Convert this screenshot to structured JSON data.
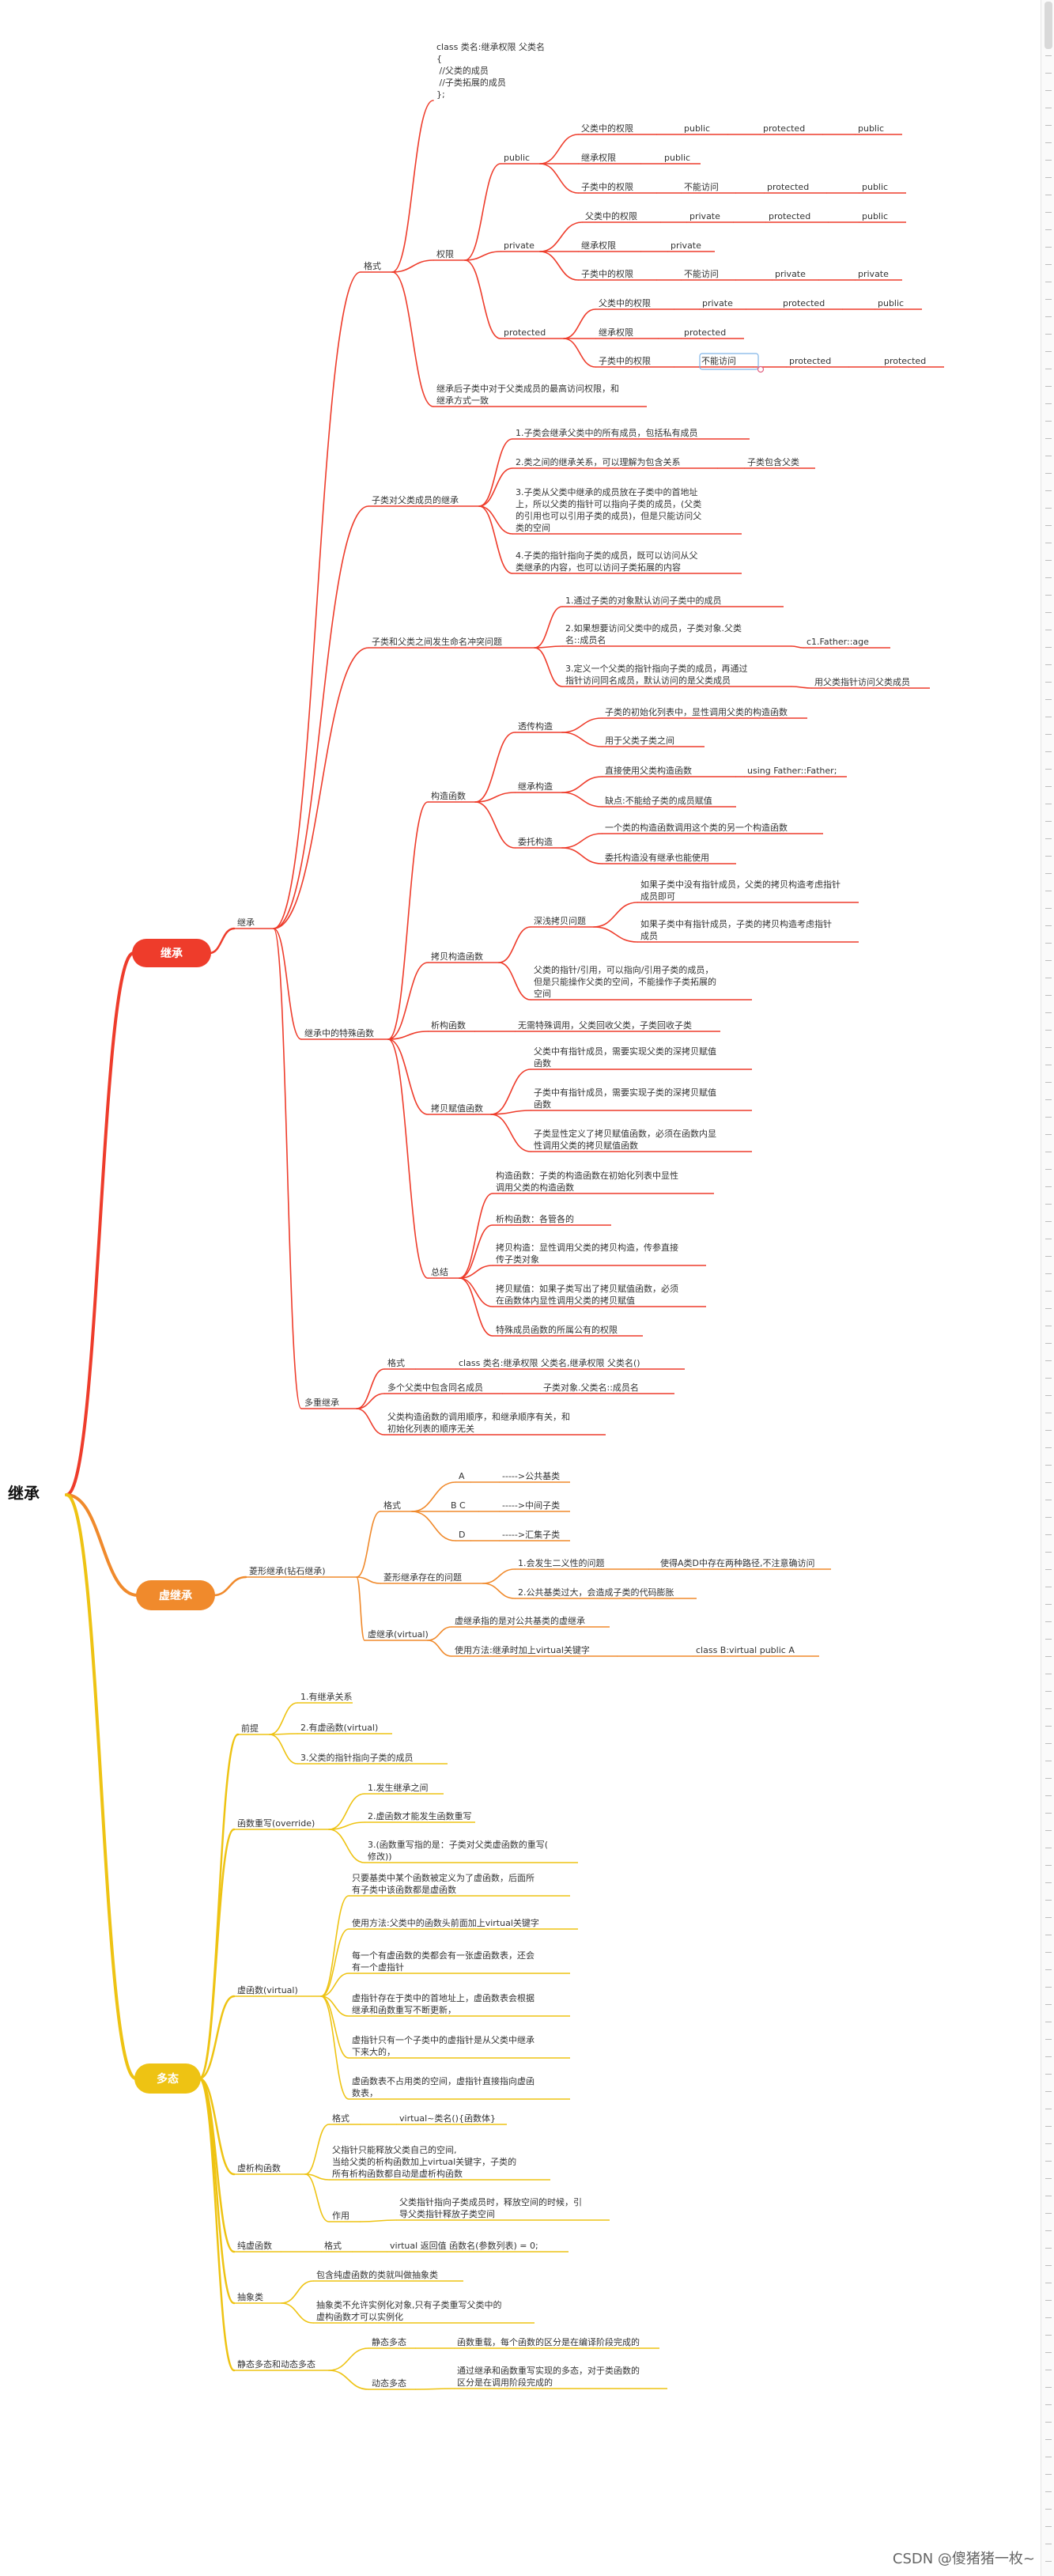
{
  "root": "继承",
  "colors": {
    "red": "#ee3c2b",
    "orange": "#f08a2c",
    "yellow": "#eec313"
  },
  "watermark": "CSDN @傻猪猪一枚~",
  "nodes": {
    "b_inh": "继承",
    "b_vinh": "虚继承",
    "b_poly": "多态",
    "n1": "继承",
    "n2": "格式",
    "n3": "class 类名:继承权限 父类名\n{\n    //父类的成员\n    //子类拓展的成员\n};",
    "n4": "权限",
    "n5": "public",
    "n6": "父类中的权限",
    "n7": "public",
    "n8": "protected",
    "n9": "public",
    "n10": "继承权限",
    "n11": "public",
    "n12": "子类中的权限",
    "n13": "不能访问",
    "n14": "protected",
    "n15": "public",
    "n16": "private",
    "n17": "父类中的权限",
    "n18": "private",
    "n19": "protected",
    "n20": "public",
    "n21": "继承权限",
    "n22": "private",
    "n23": "子类中的权限",
    "n24": "不能访问",
    "n25": "private",
    "n26": "private",
    "n27": "protected",
    "n28": "父类中的权限",
    "n29": "private",
    "n30": "protected",
    "n31": "public",
    "n32": "继承权限",
    "n33": "protected",
    "n34": "子类中的权限",
    "n35": "不能访问",
    "n36": "protected",
    "n37": "protected",
    "n38": "继承后子类中对于父类成员的最高访问权限，和\n继承方式一致",
    "n39": "子类对父类成员的继承",
    "n40": "1.子类会继承父类中的所有成员，包括私有成员",
    "n41": "2.类之间的继承关系，可以理解为包含关系",
    "n42": "子类包含父类",
    "n43": "3.子类从父类中继承的成员放在子类中的首地址\n上，所以父类的指针可以指向子类的成员，(父类\n的引用也可以引用子类的成员)，但是只能访问父\n类的空间",
    "n44": "4.子类的指针指向子类的成员，既可以访问从父\n类继承的内容，也可以访问子类拓展的内容",
    "n45": "子类和父类之间发生命名冲突问题",
    "n46": "1.通过子类的对象默认访问子类中的成员",
    "n47": "2.如果想要访问父类中的成员，子类对象.父类\n名::成员名",
    "n48": "c1.Father::age",
    "n49": "3.定义一个父类的指针指向子类的成员，再通过\n指针访问同名成员，默认访问的是父类成员",
    "n50": "用父类指针访问父类成员",
    "n51": "继承中的特殊函数",
    "n52": "构造函数",
    "n53": "透传构造",
    "n54": "子类的初始化列表中，显性调用父类的构造函数",
    "n55": "用于父类子类之间",
    "n56": "继承构造",
    "n57": "直接使用父类构造函数",
    "n58": "using Father::Father;",
    "n59": "缺点:不能给子类的成员赋值",
    "n60": "委托构造",
    "n61": "一个类的构造函数调用这个类的另一个构造函数",
    "n62": "委托构造没有继承也能使用",
    "n63": "拷贝构造函数",
    "n64": "深浅拷贝问题",
    "n65": "如果子类中没有指针成员，父类的拷贝构造考虑指针\n成员即可",
    "n66": "如果子类中有指针成员，子类的拷贝构造考虑指针\n成员",
    "n67": "父类的指针/引用，可以指向/引用子类的成员，\n但是只能操作父类的空间，不能操作子类拓展的\n空间",
    "n68": "析构函数",
    "n69": "无需特殊调用，父类回收父类，子类回收子类",
    "n70": "拷贝赋值函数",
    "n71": "父类中有指针成员，需要实现父类的深拷贝赋值\n函数",
    "n72": "子类中有指针成员，需要实现子类的深拷贝赋值\n函数",
    "n73": "子类显性定义了拷贝赋值函数，必须在函数内显\n性调用父类的拷贝赋值函数",
    "n74": "总结",
    "n75": "构造函数：子类的构造函数在初始化列表中显性\n调用父类的构造函数",
    "n76": "析构函数：各管各的",
    "n77": "拷贝构造：显性调用父类的拷贝构造，传参直接\n传子类对象",
    "n78": "拷贝赋值：如果子类写出了拷贝赋值函数，必须\n在函数体内显性调用父类的拷贝赋值",
    "n79": "特殊成员函数的所属公有的权限",
    "n80": "多重继承",
    "n81": "格式",
    "n82": "class 类名:继承权限 父类名,继承权限 父类名()",
    "n83": "多个父类中包含同名成员",
    "n84": "子类对象.父类名::成员名",
    "n85": "父类构造函数的调用顺序，和继承顺序有关，和\n初始化列表的顺序无关",
    "n86": "菱形继承(钻石继承)",
    "n87": "格式",
    "n88": "A",
    "n89": "----->公共基类",
    "n90": "B    C",
    "n91": "----->中间子类",
    "n92": "D",
    "n93": "----->汇集子类",
    "n94": "菱形继承存在的问题",
    "n95": "1.会发生二义性的问题",
    "n96": "使得A类D中存在两种路径,不注意确访问",
    "n97": "2.公共基类过大，会造成子类的代码膨胀",
    "n98": "虚继承(virtual)",
    "n99": "虚继承指的是对公共基类的虚继承",
    "n100": "使用方法:继承时加上virtual关键字",
    "n101": "class B:virtual public A",
    "n102": "前提",
    "n103": "1.有继承关系",
    "n104": "2.有虚函数(virtual)",
    "n105": "3.父类的指针指向子类的成员",
    "n106": "函数重写(override)",
    "n107": "1.发生继承之间",
    "n108": "2.虚函数才能发生函数重写",
    "n109": "3.(函数重写指的是：子类对父类虚函数的重写(\n修改))",
    "n110": "虚函数(virtual)",
    "n111": "只要基类中某个函数被定义为了虚函数，后面所\n有子类中该函数都是虚函数",
    "n112": "使用方法:父类中的函数头前面加上virtual关键字",
    "n113": "每一个有虚函数的类都会有一张虚函数表，还会\n有一个虚指针",
    "n114": "虚指针存在于类中的首地址上，虚函数表会根据\n继承和函数重写不断更新，",
    "n115": "虚指针只有一个子类中的虚指针是从父类中继承\n下来大的，",
    "n116": "虚函数表不占用类的空间，虚指针直接指向虚函\n数表，",
    "n117": "虚析构函数",
    "n118": "格式",
    "n119": "virtual~类名(){函数体}",
    "n120": "父指针只能释放父类自己的空间,\n当给父类的析构函数加上virtual关键字，子类的\n所有析构函数都自动是虚析构函数",
    "n121": "作用",
    "n122": "父类指针指向子类成员时，释放空间的时候，引\n导父类指针释放子类空间",
    "n123": "纯虚函数",
    "n124": "格式",
    "n125": "virtual  返回值  函数名(参数列表) = 0;",
    "n126": "抽象类",
    "n127": "包含纯虚函数的类就叫做抽象类",
    "n128": "抽象类不允许实例化对象,只有子类重写父类中的\n虚构函数才可以实例化",
    "n129": "静态多态和动态多态",
    "n130": "静态多态",
    "n131": "函数重载，每个函数的区分是在编译阶段完成的",
    "n132": "动态多态",
    "n133": "通过继承和函数重写实现的多态，对于类函数的\n区分是在调用阶段完成的"
  }
}
